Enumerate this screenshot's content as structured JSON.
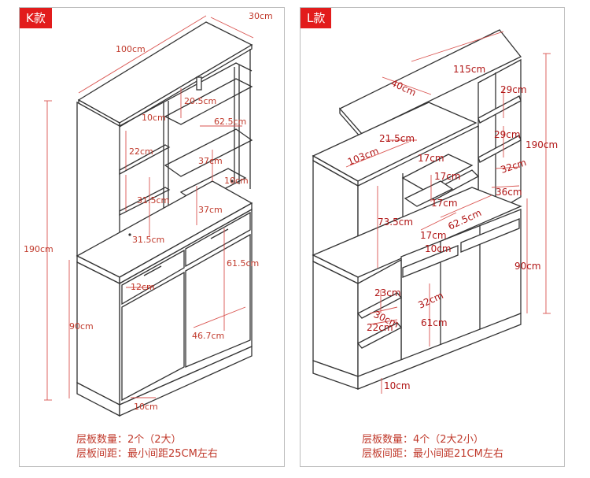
{
  "left": {
    "tag": "K款",
    "dims": {
      "depth": "30cm",
      "width": "100cm",
      "h1": "20.5cm",
      "h2": "10cm",
      "w1": "62.5cm",
      "h3": "22cm",
      "h4": "37cm",
      "h5": "10cm",
      "h6": "37cm",
      "h7": "31.5cm",
      "h8": "31.5cm",
      "total_height": "190cm",
      "h9": "61.5cm",
      "h10": "12cm",
      "base_height": "90cm",
      "w2": "46.7cm",
      "h11": "10cm"
    },
    "note_line1": "层板数量：2个（2大）",
    "note_line2": "层板间距：最小间距25CM左右"
  },
  "right": {
    "tag": "L款",
    "dims": {
      "width": "115cm",
      "d1": "40cm",
      "h1": "29cm",
      "h2": "29cm",
      "total_height": "190cm",
      "w1": "21.5cm",
      "w2": "103cm",
      "h3": "17cm",
      "h4": "17cm",
      "w3": "32cm",
      "w4": "36cm",
      "h5": "17cm",
      "h6": "73.5cm",
      "w5": "62.5cm",
      "h7": "17cm",
      "h8": "10cm",
      "base_height": "90cm",
      "h9": "23cm",
      "w6": "32cm",
      "h10": "30cm",
      "h11": "22cm",
      "h12": "61cm",
      "h13": "10cm"
    },
    "note_line1": "层板数量：4个（2大2小）",
    "note_line2": "层板间距：最小间距21CM左右"
  }
}
